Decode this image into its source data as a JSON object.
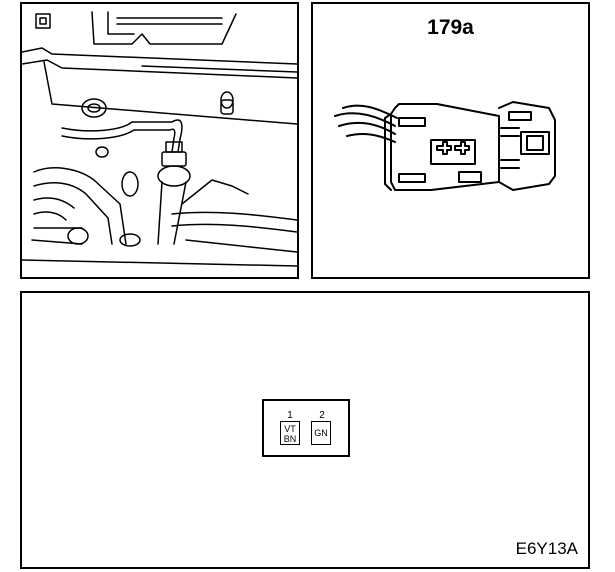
{
  "connector": {
    "id": "179a"
  },
  "pinout": {
    "pins": [
      {
        "number": "1",
        "colors": [
          "VT",
          "BN"
        ]
      },
      {
        "number": "2",
        "colors": [
          "GN"
        ]
      }
    ]
  },
  "figure": {
    "code": "E6Y13A"
  }
}
